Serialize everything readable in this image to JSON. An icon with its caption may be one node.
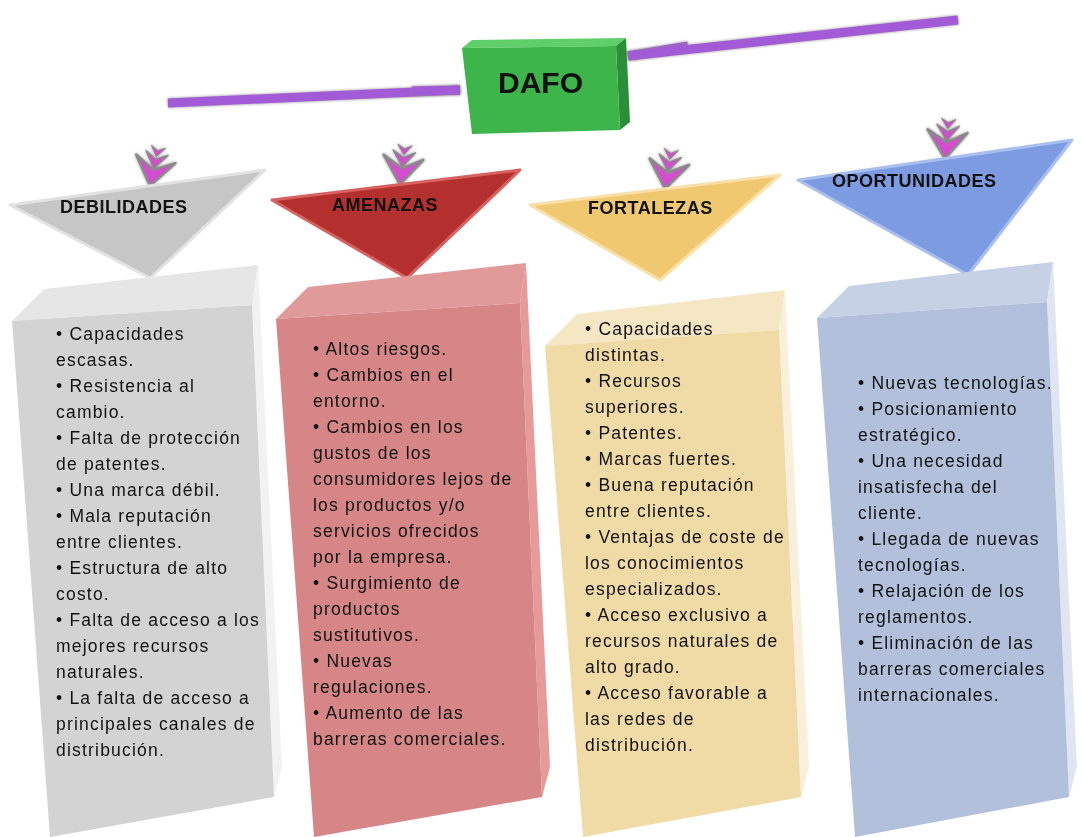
{
  "diagram": {
    "nodes": [
      {
        "text": [
          "DAFO"
        ]
      },
      {
        "text": [
          "DEBILIDADES"
        ]
      },
      {
        "text": [
          "AMENAZAS"
        ]
      },
      {
        "text": [
          "FORTALEZAS"
        ]
      },
      {
        "text": [
          "OPORTUNIDADES"
        ]
      },
      {
        "text": [
          "• Capacidades escasas.",
          "• Resistencia al cambio.",
          "• Falta de protección de patentes.",
          "• Una marca débil.",
          "• Mala reputación entre clientes.",
          "• Estructura de alto costo.",
          "• Falta de acceso a los mejores recursos naturales.",
          "• La falta de acceso a principales canales de distribución."
        ]
      },
      {
        "text": [
          "• Altos riesgos.",
          "• Cambios en el entorno.",
          "• Cambios en los gustos de los consumidores lejos de los productos y/o servicios ofrecidos por la empresa.",
          "• Surgimiento de productos sustitutivos.",
          "• Nuevas regulaciones.",
          "• Aumento de las barreras comerciales."
        ]
      },
      {
        "text": [
          "• Capacidades distintas.",
          "• Recursos superiores.",
          "• Patentes.",
          "• Marcas fuertes.",
          "• Buena reputación entre clientes.",
          "• Ventajas de coste de los conocimientos especializados.",
          "• Acceso exclusivo a recursos naturales de alto grado.",
          "• Acceso favorable a las redes de distribución."
        ]
      },
      {
        "text": [
          "• Nuevas tecnologías.",
          "• Posicionamiento estratégico.",
          "• Una necesidad insatisfecha del cliente.",
          "• Llegada de nuevas tecnologías.",
          "• Relajación de los reglamentos.",
          "• Eliminación de las barreras comerciales internacionales."
        ]
      }
    ],
    "edges": [
      {
        "from": 0,
        "to": 1,
        "arrow": "to"
      },
      {
        "from": 0,
        "to": 2,
        "arrow": "to"
      },
      {
        "from": 0,
        "to": 3,
        "arrow": "to"
      },
      {
        "from": 0,
        "to": 4,
        "arrow": "to"
      }
    ]
  }
}
